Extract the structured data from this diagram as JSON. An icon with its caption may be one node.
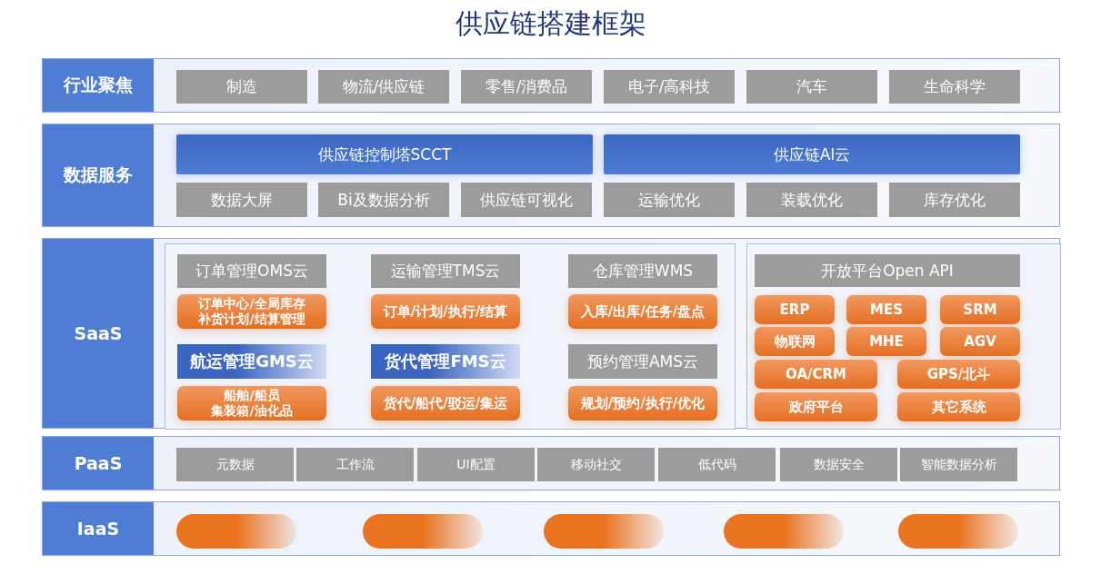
{
  "diagram": {
    "title": "供应链搭建框架",
    "nodes": [
      {
        "text": [
          "行业聚焦"
        ]
      },
      {
        "text": [
          "制造"
        ],
        "in": 0
      },
      {
        "text": [
          "物流/供应链"
        ],
        "in": 0
      },
      {
        "text": [
          "零售/消费品"
        ],
        "in": 0
      },
      {
        "text": [
          "电子/高科技"
        ],
        "in": 0
      },
      {
        "text": [
          "汽车"
        ],
        "in": 0
      },
      {
        "text": [
          "生命科学"
        ],
        "in": 0
      },
      {
        "text": [
          "数据服务"
        ]
      },
      {
        "text": [
          "供应链控制塔SCCT"
        ],
        "in": 7
      },
      {
        "text": [
          "供应链AI云"
        ],
        "in": 7
      },
      {
        "text": [
          "数据大屏"
        ],
        "in": 7
      },
      {
        "text": [
          "Bi及数据分析"
        ],
        "in": 7
      },
      {
        "text": [
          "供应链可视化"
        ],
        "in": 7
      },
      {
        "text": [
          "运输优化"
        ],
        "in": 7
      },
      {
        "text": [
          "装载优化"
        ],
        "in": 7
      },
      {
        "text": [
          "库存优化"
        ],
        "in": 7
      },
      {
        "text": [
          "SaaS"
        ]
      },
      {
        "text": [],
        "shape": "box",
        "in": 16
      },
      {
        "text": [
          "订单管理OMS云"
        ],
        "in": 17
      },
      {
        "text": [
          "运输管理TMS云"
        ],
        "in": 17
      },
      {
        "text": [
          "仓库管理WMS"
        ],
        "in": 17
      },
      {
        "text": [
          "订单中心/全局库存补货计划/结算管理"
        ],
        "in": 17
      },
      {
        "text": [
          "订单/计划/执行/结算"
        ],
        "in": 17
      },
      {
        "text": [
          "入库/出库/任务/盘点"
        ],
        "in": 17
      },
      {
        "text": [
          "航运管理GMS云"
        ],
        "in": 17
      },
      {
        "text": [
          "货代管理FMS云"
        ],
        "in": 17
      },
      {
        "text": [
          "预约管理AMS云"
        ],
        "in": 17
      },
      {
        "text": [
          "船舶/船员集装箱/油化品"
        ],
        "in": 17
      },
      {
        "text": [
          "货代/船代/驳运/集运"
        ],
        "in": 17
      },
      {
        "text": [
          "规划/预约/执行/优化"
        ],
        "in": 17
      },
      {
        "text": [],
        "shape": "box",
        "in": 16
      },
      {
        "text": [
          "开放平台Open API"
        ],
        "in": 30
      },
      {
        "text": [
          "ERP"
        ],
        "in": 30
      },
      {
        "text": [
          "MES"
        ],
        "in": 30
      },
      {
        "text": [
          "SRM"
        ],
        "in": 30
      },
      {
        "text": [
          "物联网"
        ],
        "in": 30
      },
      {
        "text": [
          "MHE"
        ],
        "in": 30
      },
      {
        "text": [
          "AGV"
        ],
        "in": 30
      },
      {
        "text": [
          "OA/CRM"
        ],
        "in": 30
      },
      {
        "text": [
          "GPS/北斗"
        ],
        "in": 30
      },
      {
        "text": [
          "政府平台"
        ],
        "in": 30
      },
      {
        "text": [
          "其它系统"
        ],
        "in": 30
      },
      {
        "text": [
          "PaaS"
        ]
      },
      {
        "text": [
          "元数据"
        ],
        "in": 42
      },
      {
        "text": [
          "工作流"
        ],
        "in": 42
      },
      {
        "text": [
          "UI配置"
        ],
        "in": 42
      },
      {
        "text": [
          "移动社交"
        ],
        "in": 42
      },
      {
        "text": [
          "低代码"
        ],
        "in": 42
      },
      {
        "text": [
          "数据安全"
        ],
        "in": 42
      },
      {
        "text": [
          "智能数据分析"
        ],
        "in": 42
      },
      {
        "text": [
          "IaaS"
        ]
      },
      {
        "text": [],
        "shape": "pill",
        "in": 50
      },
      {
        "text": [],
        "shape": "pill",
        "in": 50
      },
      {
        "text": [],
        "shape": "pill",
        "in": 50
      },
      {
        "text": [],
        "shape": "pill",
        "in": 50
      },
      {
        "text": [],
        "shape": "pill",
        "in": 50
      }
    ]
  }
}
